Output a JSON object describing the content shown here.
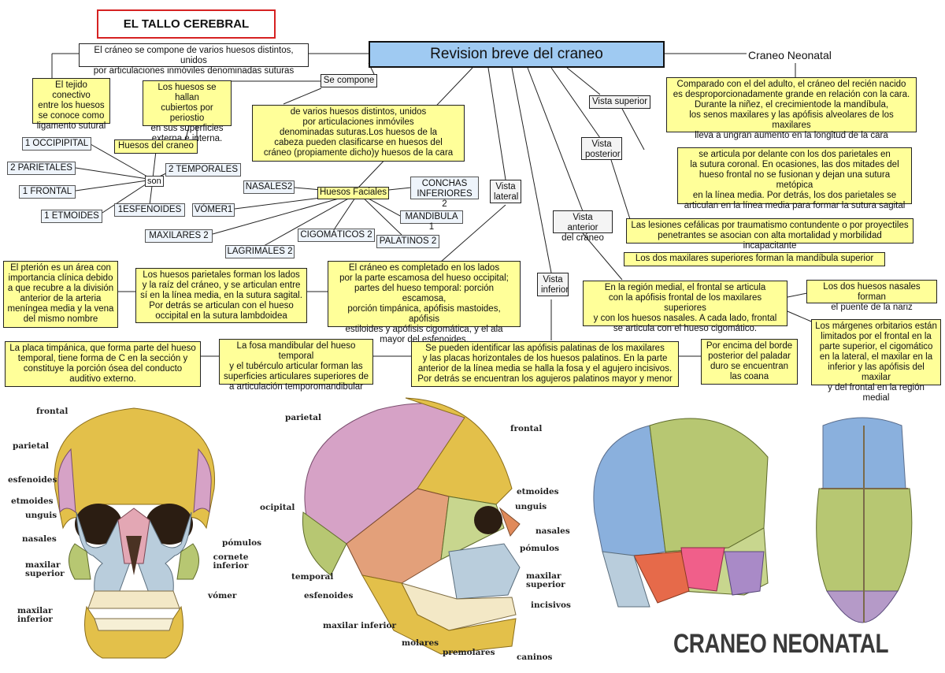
{
  "title": "EL TALLO CEREBRAL",
  "main_node": "Revision breve del craneo",
  "neonatal_label": "Craneo Neonatal",
  "intro_box": "El cráneo se compone de varios huesos distintos, unidos\npor articulaciones inmóviles denominadas suturas",
  "tejido_box": "El tejido conectivo\nentre los huesos\nse conoce como\nligamento sutural",
  "periostio_box": "Los huesos se hallan\ncubiertos por periostio\nen sus superficies\nexterna e interna.",
  "se_compone": "Se compone",
  "se_compone_box": "de varios huesos distintos, unidos\npor articulaciones inmóviles\ndenominadas suturas.Los huesos de la\ncabeza  pueden clasificarse en huesos del\ncráneo (propiamente dicho)y huesos de la cara",
  "huesos_craneo": "Huesos del craneo",
  "son": "son",
  "cranial_bones": [
    "1 OCCIPIPITAL",
    "2 PARIETALES",
    "1 FRONTAL",
    "1 ETMOIDES",
    "1ESFENOIDES",
    "2 TEMPORALES"
  ],
  "huesos_faciales": "Huesos Faciales",
  "facial_bones": [
    "NASALES2",
    "VÓMER1",
    "MAXILARES 2",
    "LAGRIMALES 2",
    "CIGOMÁTICOS 2",
    "PALATINOS 2",
    "MANDIBULA 1",
    "CONCHAS\nINFERIORES 2"
  ],
  "neonatal_box": "Comparado con el del adulto, el cráneo del recién nacido\nes desproporcionadamente grande en relación con la cara.\nDurante la niñez, el crecimientode la mandíbula,\nlos senos maxilares y las apófisis alveolares de los maxilares\nlleva a ungran aumento en la longitud de la cara",
  "vista_superior": "Vista superior",
  "vista_superior_box": "se articula por delante con los dos parietales en\nla sutura coronal. En ocasiones, las dos mitades del\nhueso frontal no se fusionan y dejan una sutura metópica\nen la línea media. Por detrás, los dos parietales  se\narticulan en la línea media para formar la sutura sagital",
  "vista_posterior": "Vista\nposterior",
  "vista_posterior_box": "Las lesiones cefálicas por traumatismo  contundente o por proyectiles\npenetrantes se asocian con alta mortalidad y morbilidad incapacitante",
  "vista_anterior": "Vista anterior\ndel cráneo",
  "maxilares_box": "Los dos maxilares superiores forman la mandíbula superior",
  "frontal_medial_box": "En la región medial, el frontal se articula\ncon la apófisis frontal de los maxilares superiores\ny con los huesos nasales. A cada lado, frontal\nse articula con el hueso cigomático.",
  "nasales_box": "Los dos huesos nasales forman\nel puente de la nariz",
  "orbitarios_box": "Los márgenes orbitarios están\nlimitados por el frontal en la\nparte superior, el cigomático\nen la lateral, el maxilar en la\ninferior y las apófisis del maxilar\ny del frontal en la región medial",
  "vista_lateral": "Vista\nlateral",
  "vista_lateral_box": "El cráneo es completado en los lados\npor la parte escamosa del hueso occipital;\npartes del hueso temporal: porción escamosa,\nporción timpánica, apófisis mastoides, apófisis\nestiloides y apófisis cigomática, y el ala\nmayor del esfenoides.",
  "vista_inferior": "Vista\ninferior",
  "pterion_box": "El pterión es un área con\nimportancia clínica debido\na que recubre a la división\nanterior de la arteria\nmeníngea media y la vena\ndel mismo nombre",
  "parietales_box": "Los huesos parietales forman los lados\ny la raíz del cráneo, y se articulan entre\nsí en la línea media, en la sutura sagital.\nPor detrás se articulan con el hueso\noccipital en la sutura lambdoidea",
  "timpanica_box": "La placa timpánica, que forma parte del hueso\ntemporal, tiene forma de C en la sección y\nconstituye la porción ósea del conducto\nauditivo externo.",
  "fosa_box": "La fosa mandibular del hueso temporal\ny el tubérculo articular forman las\nsuperficies articulares superiores de\na articulación temporomandibular",
  "palatinas_box": "Se pueden identificar las apófisis palatinas de los maxilares\ny las placas horizontales de los huesos palatinos. En la parte\nanterior  de la línea media se halla la fosa y el agujero incisivos.\nPor detrás se encuentran los agujeros palatinos mayor y menor",
  "coana_box": "Por encima del borde\nposterior del paladar\nduro se encuentran\nlas coana",
  "front_skull_labels": [
    "frontal",
    "parietal",
    "esfenoides",
    "etmoides",
    "unguis",
    "nasales",
    "maxilar superior",
    "maxilar inferior",
    "pómulos",
    "cornete inferior",
    "vómer"
  ],
  "lateral_skull_labels": [
    "parietal",
    "frontal",
    "etmoides",
    "unguis",
    "nasales",
    "ocipital",
    "pómulos",
    "maxilar superior",
    "temporal",
    "esfenoides",
    "incisivos",
    "maxilar inferior",
    "molares",
    "premolares",
    "caninos"
  ],
  "neonatal_caption": "CRANEO NEONATAL",
  "colors": {
    "frame_red": "#d62222",
    "header_blue": "#9fcaf2",
    "note_yellow": "#ffff99",
    "bone_yellow": "#e3c04a",
    "bone_pink": "#d6a2c6",
    "bone_green": "#b7c772",
    "bone_blue": "#8ab0dd"
  }
}
